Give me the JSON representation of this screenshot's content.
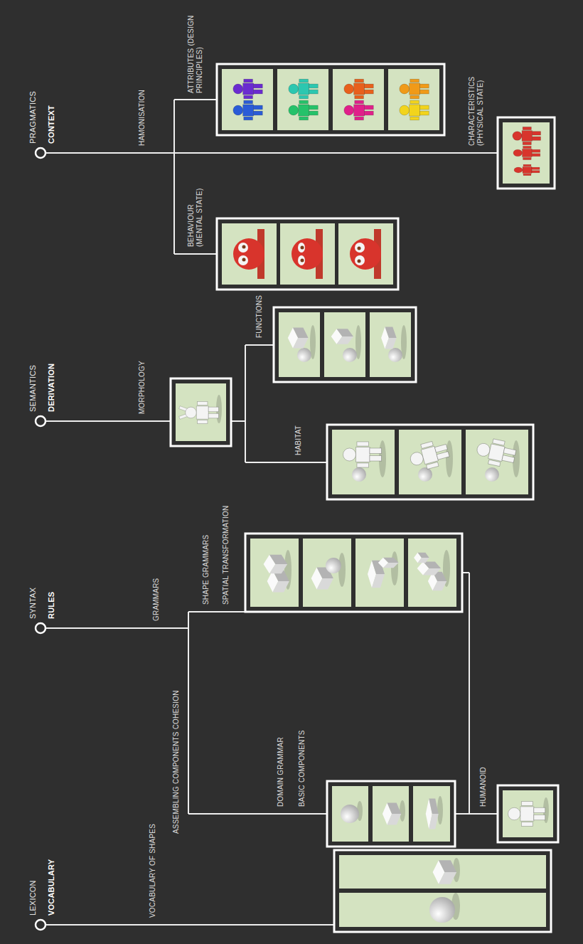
{
  "diagram": {
    "labels": [
      "LEXICON",
      "VOCABULARY",
      "VOCABULARY OF SHAPES",
      "SYNTAX",
      "RULES",
      "GRAMMARS",
      "ASSEMBLING COMPONENTS COHESION",
      "DOMAIN GRAMMAR",
      "BASIC COMPONENTS",
      "SHAPE GRAMMARS",
      "SPATIAL TRANSFORMATION",
      "HUMANOID",
      "SEMANTICS",
      "DERIVATION",
      "MORPHOLOGY",
      "HABITAT",
      "FUNCTIONS",
      "PRAGMATICS",
      "CONTEXT",
      "HAMONISATION",
      "BEHAVIOUR (MENTAL STATE)",
      "ATTRIBUTES (DESIGN PRINCIPLES)",
      "CHARACTERISTICS (PHYSICAL STATE)"
    ]
  }
}
